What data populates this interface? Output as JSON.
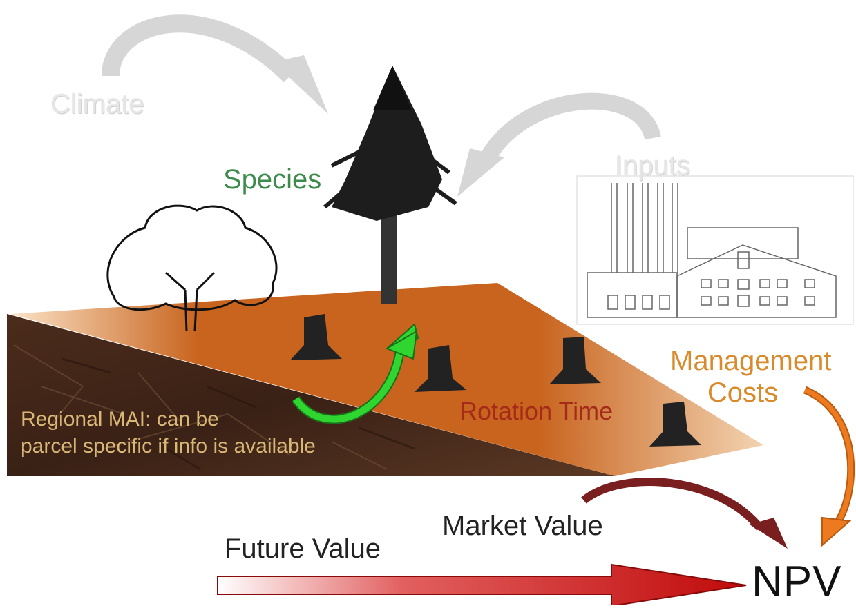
{
  "labels": {
    "climate": "Climate",
    "species": "Species",
    "inputs": "Inputs",
    "management_line1": "Management",
    "management_line2": "Costs",
    "rotation_time": "Rotation Time",
    "mai_line1": "Regional MAI: can be",
    "mai_line2": "parcel specific if info is available",
    "market_value": "Market Value",
    "future_value": "Future Value",
    "npv": "NPV"
  },
  "colors": {
    "faded_text": "#e6e6e6",
    "species_text": "#3d8a4d",
    "management_text": "#d98a2b",
    "rotation_text": "#a52a1a",
    "mai_text": "#d9b877",
    "soil_top": "#c8641e",
    "soil_dark": "#3e2316",
    "green_arrow": "#2fd62f",
    "orange_arrow": "#ee7a1f",
    "maroon_arrow": "#7a1f1f",
    "red_arrow": "#c81010",
    "grey_arrow": "#d6d6d6"
  },
  "icons": [
    "curved-arrow-icon",
    "conifer-tree-icon",
    "deciduous-tree-icon",
    "tree-stump-icon",
    "sawmill-drawing-icon",
    "straight-arrow-icon"
  ]
}
